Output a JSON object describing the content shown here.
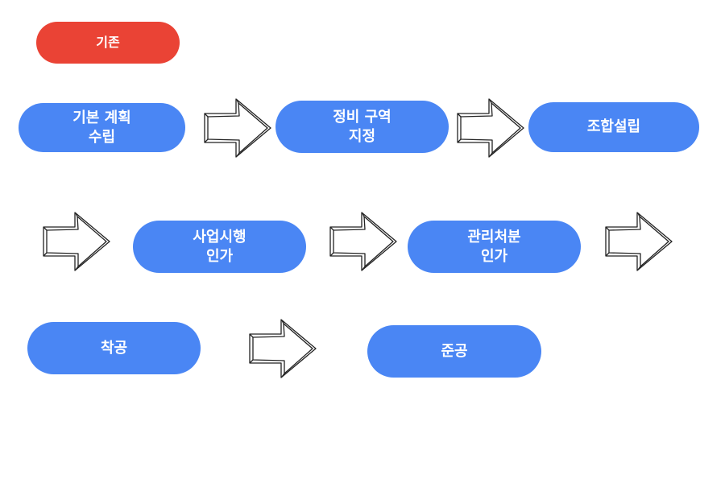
{
  "legend": {
    "label": "기존",
    "color": "#EA4335"
  },
  "steps": [
    {
      "label": "기본 계획\n수립"
    },
    {
      "label": "정비 구역\n지정"
    },
    {
      "label": "조합설립"
    },
    {
      "label": "사업시행\n인가"
    },
    {
      "label": "관리처분\n인가"
    },
    {
      "label": "착공"
    },
    {
      "label": "준공"
    }
  ],
  "step_color": "#4A86F4",
  "arrow_icon": "hand-drawn-right-arrow"
}
